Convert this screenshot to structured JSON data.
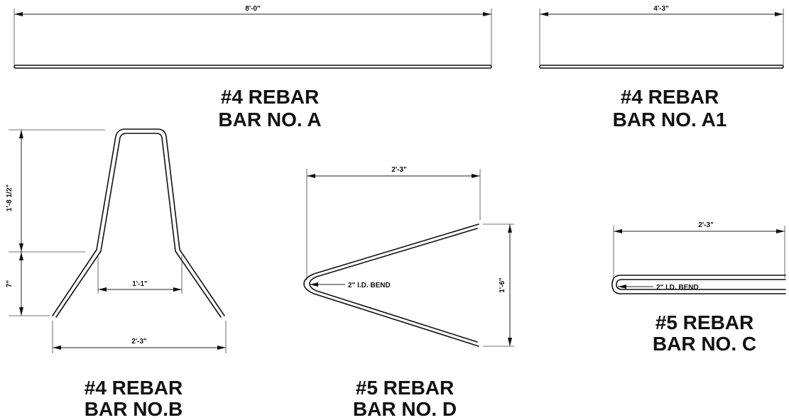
{
  "bar_a": {
    "dimension": "8'-0\"",
    "title_line1": "#4 REBAR",
    "title_line2": "BAR NO. A"
  },
  "bar_a1": {
    "dimension": "4'-3\"",
    "title_line1": "#4 REBAR",
    "title_line2": "BAR NO. A1"
  },
  "bar_b": {
    "dim_height_upper": "1'-8 1/2\"",
    "dim_height_lower": "7\"",
    "dim_inner_width": "1'-1\"",
    "dim_base_width": "2'-3\"",
    "title_line1": "#4 REBAR",
    "title_line2": "BAR NO.B"
  },
  "bar_c": {
    "dimension": "2'-3\"",
    "bend_note": "2\" I.D. BEND",
    "title_line1": "#5 REBAR",
    "title_line2": "BAR NO. C"
  },
  "bar_d": {
    "dim_width": "2'-3\"",
    "dim_height": "1'-6\"",
    "bend_note": "2\" I.D. BEND",
    "title_line1": "#5 REBAR",
    "title_line2": "BAR NO. D"
  }
}
